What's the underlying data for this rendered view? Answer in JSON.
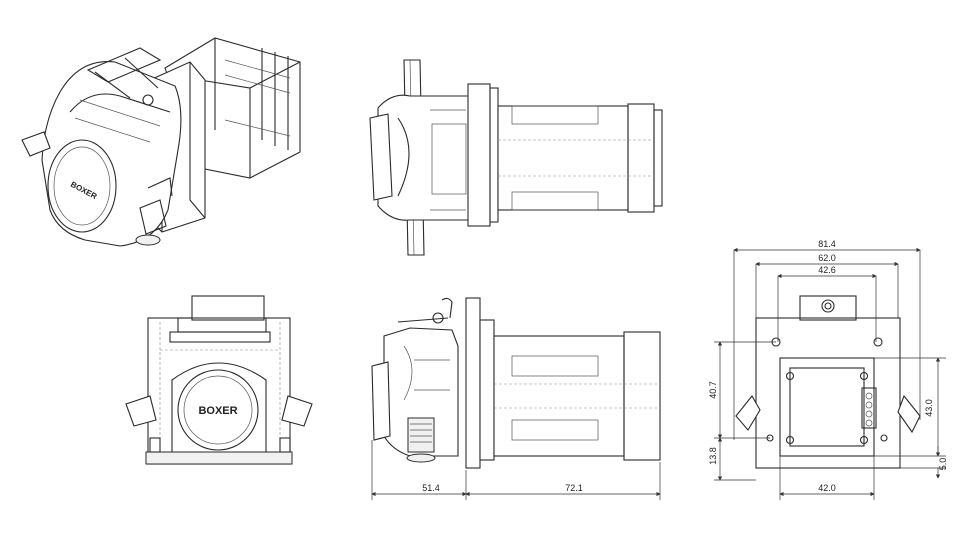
{
  "brand_label": "BOXER",
  "dimensions": {
    "overall_length_front": "51.4",
    "overall_length_motor": "72.1",
    "width_total": "81.4",
    "width_mount_holes": "62.0",
    "width_inner": "42.6",
    "height_mount": "40.7",
    "height_bottom_hole": "13.8",
    "height_right": "43.0",
    "height_base": "5.0",
    "width_bottom": "42.0"
  }
}
